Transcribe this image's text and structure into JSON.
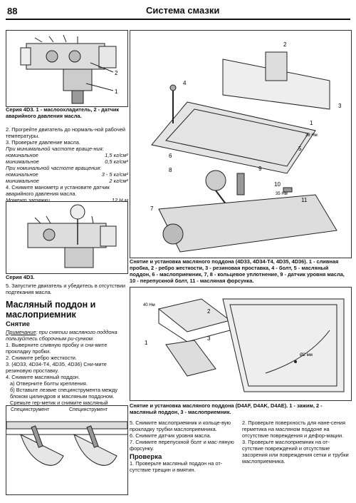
{
  "header": {
    "page_number": "88",
    "section_title": "Система смазки"
  },
  "left_column": {
    "figure1_caption": "Серия 4D3. 1 - маслоохладитель, 2 - датчик аварийного давления масла.",
    "figure1_callouts": [
      "1",
      "2"
    ],
    "steps_block1": [
      "2. Прогрейте двигатель до нормаль-ной рабочей температуры.",
      "3. Проверьте давление масла."
    ],
    "idle_heading": "При минимальной частоте враще-ния:",
    "idle_rows": [
      {
        "label": "номинальное",
        "value": "1,5 кг/см²"
      },
      {
        "label": "минимальное",
        "value": "0,5 кг/см²"
      }
    ],
    "rated_heading": "При номинальной частоте вращения:",
    "rated_rows": [
      {
        "label": "номинальное",
        "value": "3 - 5 кг/см²"
      },
      {
        "label": "минимальное",
        "value": "2 кг/см²"
      }
    ],
    "step4": "4. Снимите манометр и установите датчик аварийного давления масла.",
    "torque_row": {
      "label": "Момент затяжки",
      "value": "12 Н·м"
    },
    "figure2_caption": "Серия 4D3.",
    "step5": "5. Запустите двигатель и убедитесь в отсутствии подтекания масла.",
    "section_heading": "Масляный поддон и маслоприемник",
    "removal_heading": "Снятие",
    "note_label": "Примечание",
    "note_text": ": при снятии масляного поддона пользуйтесь сборочным ри-сунком.",
    "removal_steps": [
      "1. Выверните сливную пробку и сни-мите прокладку пробки.",
      "2. Снимите ребро жесткости.",
      "3. (4D33, 4D34-T4, 4D35, 4D36) Сни-мите резиновую проставку.",
      "4. Снимите масляный поддон.",
      "  а) Отверните болты крепления.",
      "  б) Вставьте лезвие специнструмента между блоком цилиндров и масляным поддоном. Срежьте гер-метик и снимите масляный поддон."
    ],
    "tool_labels": [
      "Специнструмент",
      "Специнструмент"
    ]
  },
  "right_column": {
    "figure3_caption": "Снятие и установка масляного поддона (4D33, 4D34-T4, 4D35, 4D36). 1 - сливная пробка, 2 - ребро жесткости, 3 - резиновая проставка, 4 - болт, 5 - масляный поддон, 6 - маслоприемник, 7, 8 - кольцевое уплотнение, 9 - датчик уровня масла, 10 - перепускной болт, 11 - масляная форсунка.",
    "figure3_callouts": [
      "4",
      "2",
      "3",
      "1",
      "5",
      "6",
      "8",
      "9",
      "10",
      "11",
      "7"
    ],
    "figure3_torques": [
      "38 Нм",
      "35 Нм"
    ],
    "figure4_caption": "Снятие и установка масляного поддона (D4AF, D4AK, D4AE). 1 - зажим, 2 - масляный поддон, 3 - маслоприемник.",
    "figure4_callouts": [
      "1",
      "2",
      "3"
    ],
    "figure4_torque": "40 Нм",
    "figure4_dim": "Ø2 мм",
    "bottom_left_steps": [
      "5. Снимите маслоприемник и кольце-вую прокладку трубки маслоприемника.",
      "6. Снимите датчик уровня масла.",
      "7. Снимите перепускной болт и мас-ляную форсунку."
    ],
    "inspection_heading": "Проверка",
    "inspection_step1": "1. Проверьте масляный поддон на от-сутствие трещин и вмятин.",
    "bottom_right_steps": [
      "2. Проверьте поверхность для нане-сения герметика на масляном поддоне на отсутствие повреждения и дефор-мации.",
      "3. Проверьте маслоприемник на от-сутствие повреждений и отсутствие засорения или повреждения сетки и трубки маслоприемника."
    ]
  }
}
